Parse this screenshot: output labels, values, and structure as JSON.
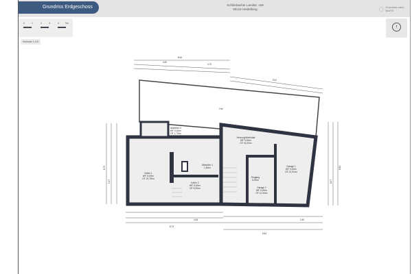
{
  "header": {
    "title": "Grundriss Erdgeschoss",
    "address_line1": "Schlierbacher Landstr. 159",
    "address_line2": "69118 Heidelberg",
    "wofl_toggle": "Grundriss nach WoFlV"
  },
  "scale": {
    "ticks": [
      "0",
      "1",
      "2",
      "3",
      "4",
      "5m"
    ],
    "label": "Maßstab 1:100"
  },
  "compass": {
    "icon": "north-arrow-icon",
    "glyph": "↑"
  },
  "rooms": [
    {
      "name": "Hof"
    },
    {
      "name": "Abstellen 2",
      "wf": "WF 0,00m²",
      "gf": "GF 1,73m²"
    },
    {
      "name": "Keller 1",
      "wf": "WF 0,00m²",
      "gf": "GF 24,78m²"
    },
    {
      "name": "Abstellen 1",
      "wf": "1,50m²"
    },
    {
      "name": "Keller 2",
      "wf": "WF 0,00m²",
      "gf": "GF 8,40m²"
    },
    {
      "name": "Heizung/Werkstatt",
      "wf": "WF 0,00m²",
      "gf": "GF 14,00m²"
    },
    {
      "name": "Eingang",
      "wf": "5,20m²"
    },
    {
      "name": "Garage 2",
      "wf": "WF 0,00m²",
      "gf": "GF 11,34m²"
    },
    {
      "name": "Garage 1",
      "wf": "WF 0,00m²",
      "gf": "GF 21,51m²"
    }
  ],
  "dimensions": {
    "top": [
      "8.64",
      "4.90",
      "3.70",
      "9.51"
    ],
    "bottom": [
      "8.72",
      "8.64",
      "4.46",
      "2.40"
    ],
    "left": [
      "8.75",
      "5.17"
    ],
    "right": [
      "6.81",
      "6.07"
    ]
  }
}
